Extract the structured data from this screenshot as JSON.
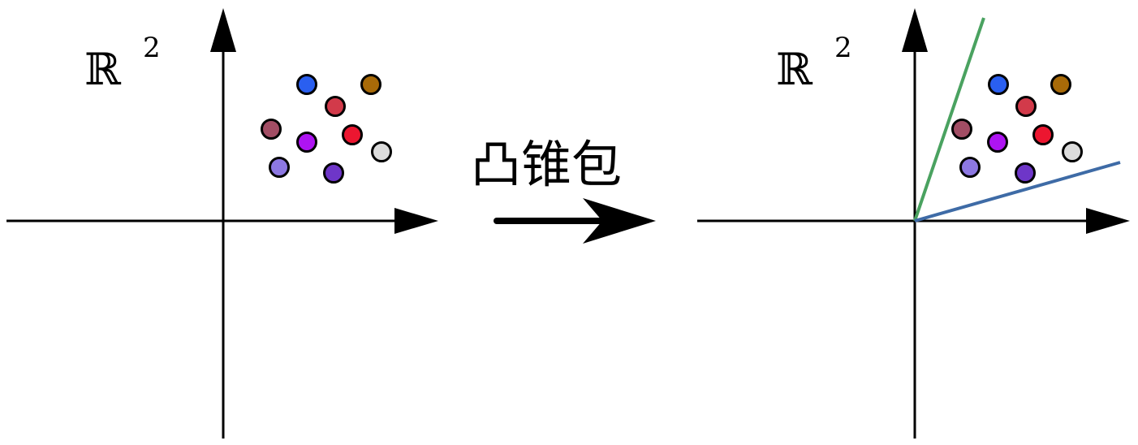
{
  "panels": [
    {
      "space_symbol": "ℝ",
      "space_exponent": "2",
      "points": [
        {
          "color": "#2a5ff0"
        },
        {
          "color": "#a86a08"
        },
        {
          "color": "#d23a4a"
        },
        {
          "color": "#a24d64"
        },
        {
          "color": "#ae14f2"
        },
        {
          "color": "#ec1630"
        },
        {
          "color": "#dcdcdc"
        },
        {
          "color": "#8d78e2"
        },
        {
          "color": "#6e36c8"
        }
      ],
      "cone_rays": []
    },
    {
      "space_symbol": "ℝ",
      "space_exponent": "2",
      "points": [
        {
          "color": "#2a5ff0"
        },
        {
          "color": "#a86a08"
        },
        {
          "color": "#d23a4a"
        },
        {
          "color": "#a24d64"
        },
        {
          "color": "#ae14f2"
        },
        {
          "color": "#ec1630"
        },
        {
          "color": "#dcdcdc"
        },
        {
          "color": "#8d78e2"
        },
        {
          "color": "#6e36c8"
        }
      ],
      "cone_rays": [
        {
          "color": "#4aa260"
        },
        {
          "color": "#3e6ba6"
        }
      ]
    }
  ],
  "operation": {
    "label": "凸锥包",
    "arrow_color": "#000000"
  }
}
